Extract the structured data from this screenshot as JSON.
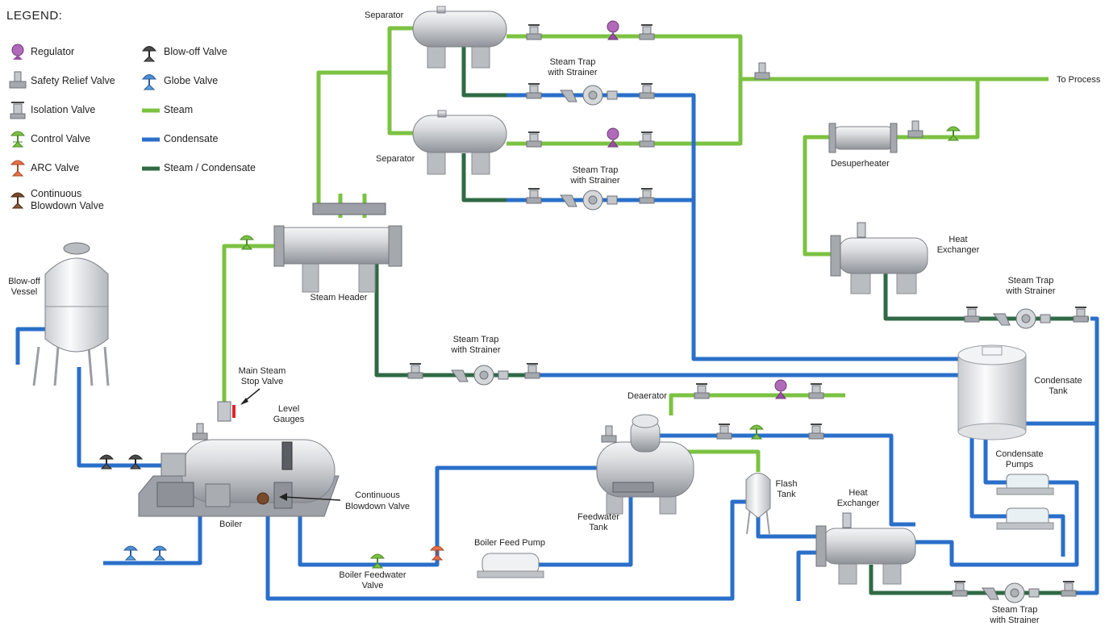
{
  "legend": {
    "title": "LEGEND:",
    "items": [
      {
        "label": "Regulator",
        "icon": "regulator-icon",
        "color": "#9b4fa5"
      },
      {
        "label": "Safety Relief Valve",
        "icon": "safety-relief-valve-icon",
        "color": "#8d9298"
      },
      {
        "label": "Isolation Valve",
        "icon": "isolation-valve-icon",
        "color": "#8d9298"
      },
      {
        "label": "Control Valve",
        "icon": "control-valve-icon",
        "color": "#7cc242"
      },
      {
        "label": "ARC Valve",
        "icon": "arc-valve-icon",
        "color": "#e8704a"
      },
      {
        "label": "Continuous",
        "label2": "Blowdown Valve",
        "icon": "continuous-blowdown-valve-icon",
        "color": "#7a4a2a"
      },
      {
        "label": "Blow-off Valve",
        "icon": "blow-off-valve-icon",
        "color": "#4a4a4a"
      },
      {
        "label": "Globe Valve",
        "icon": "globe-valve-icon",
        "color": "#4f8fd6"
      },
      {
        "label": "Steam",
        "icon": "steam-line-swatch",
        "color": "#7cc242"
      },
      {
        "label": "Condensate",
        "icon": "condensate-line-swatch",
        "color": "#2a6fc9"
      },
      {
        "label": "Steam / Condensate",
        "icon": "steam-condensate-line-swatch",
        "color": "#2f6a45"
      }
    ]
  },
  "labels": {
    "separator_top": "Separator",
    "separator_mid": "Separator",
    "trap_sep1_a": "Steam Trap",
    "trap_sep1_b": "with Strainer",
    "trap_sep2_a": "Steam Trap",
    "trap_sep2_b": "with Strainer",
    "to_process": "To Process",
    "desuperheater": "Desuperheater",
    "hx_top_a": "Heat",
    "hx_top_b": "Exchanger",
    "trap_hx_a": "Steam Trap",
    "trap_hx_b": "with Strainer",
    "blowoff_a": "Blow-off",
    "blowoff_b": "Vessel",
    "steam_header": "Steam Header",
    "trap_header_a": "Steam Trap",
    "trap_header_b": "with Strainer",
    "condensate_tank_a": "Condensate",
    "condensate_tank_b": "Tank",
    "main_stop_a": "Main Steam",
    "main_stop_b": "Stop Valve",
    "level_a": "Level",
    "level_b": "Gauges",
    "deaerator": "Deaerator",
    "continuous_a": "Continuous",
    "continuous_b": "Blowdown Valve",
    "condensate_pumps_a": "Condensate",
    "condensate_pumps_b": "Pumps",
    "flash_a": "Flash",
    "flash_b": "Tank",
    "boiler": "Boiler",
    "feedwater_a": "Feedwater",
    "feedwater_b": "Tank",
    "hx_bottom_a": "Heat",
    "hx_bottom_b": "Exchanger",
    "boiler_feed_pump": "Boiler Feed Pump",
    "bfw_valve_a": "Boiler Feedwater",
    "bfw_valve_b": "Valve",
    "trap_bottom_a": "Steam Trap",
    "trap_bottom_b": "with Strainer"
  },
  "colors": {
    "steam": "#7cc242",
    "condensate": "#2a6fc9",
    "steam_condensate": "#2f6a45",
    "metal": "#c8cbcf"
  }
}
